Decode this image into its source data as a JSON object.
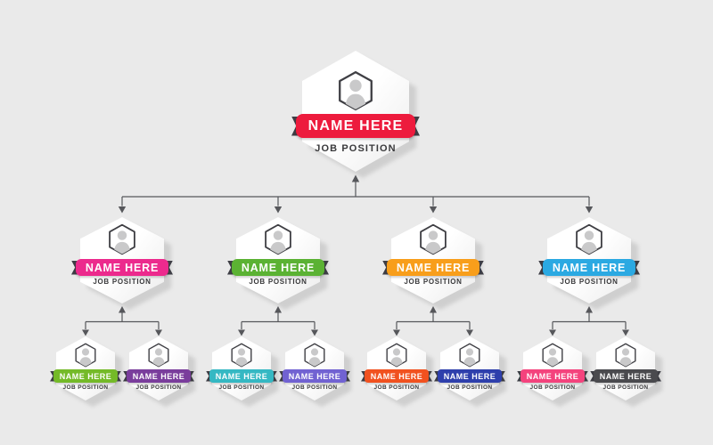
{
  "canvas": {
    "background": "#eaeaea",
    "connector_color": "#56575b",
    "ribbon_fold_color": "#3e3e45",
    "card_color": "#ffffff"
  },
  "icon": {
    "avatar": "person-in-hexagon-icon"
  },
  "org": {
    "root": {
      "name": "NAME HERE",
      "job": "JOB POSITION",
      "color": "#ed1b3d"
    },
    "managers": [
      {
        "name": "NAME HERE",
        "job": "JOB POSITION",
        "color": "#ec2a8d",
        "children": [
          {
            "name": "NAME HERE",
            "job": "JOB POSITION",
            "color": "#74ba28"
          },
          {
            "name": "NAME HERE",
            "job": "JOB POSITION",
            "color": "#7a3d9c"
          }
        ]
      },
      {
        "name": "NAME HERE",
        "job": "JOB POSITION",
        "color": "#5bb233",
        "children": [
          {
            "name": "NAME HERE",
            "job": "JOB POSITION",
            "color": "#35b8c3"
          },
          {
            "name": "NAME HERE",
            "job": "JOB POSITION",
            "color": "#7162d2"
          }
        ]
      },
      {
        "name": "NAME HERE",
        "job": "JOB POSITION",
        "color": "#f89e1b",
        "children": [
          {
            "name": "NAME HERE",
            "job": "JOB POSITION",
            "color": "#f1511f"
          },
          {
            "name": "NAME HERE",
            "job": "JOB POSITION",
            "color": "#2e3fac"
          }
        ]
      },
      {
        "name": "NAME HERE",
        "job": "JOB POSITION",
        "color": "#2ba9e2",
        "children": [
          {
            "name": "NAME HERE",
            "job": "JOB POSITION",
            "color": "#f4437d"
          },
          {
            "name": "NAME HERE",
            "job": "JOB POSITION",
            "color": "#4a4a4e"
          }
        ]
      }
    ]
  }
}
